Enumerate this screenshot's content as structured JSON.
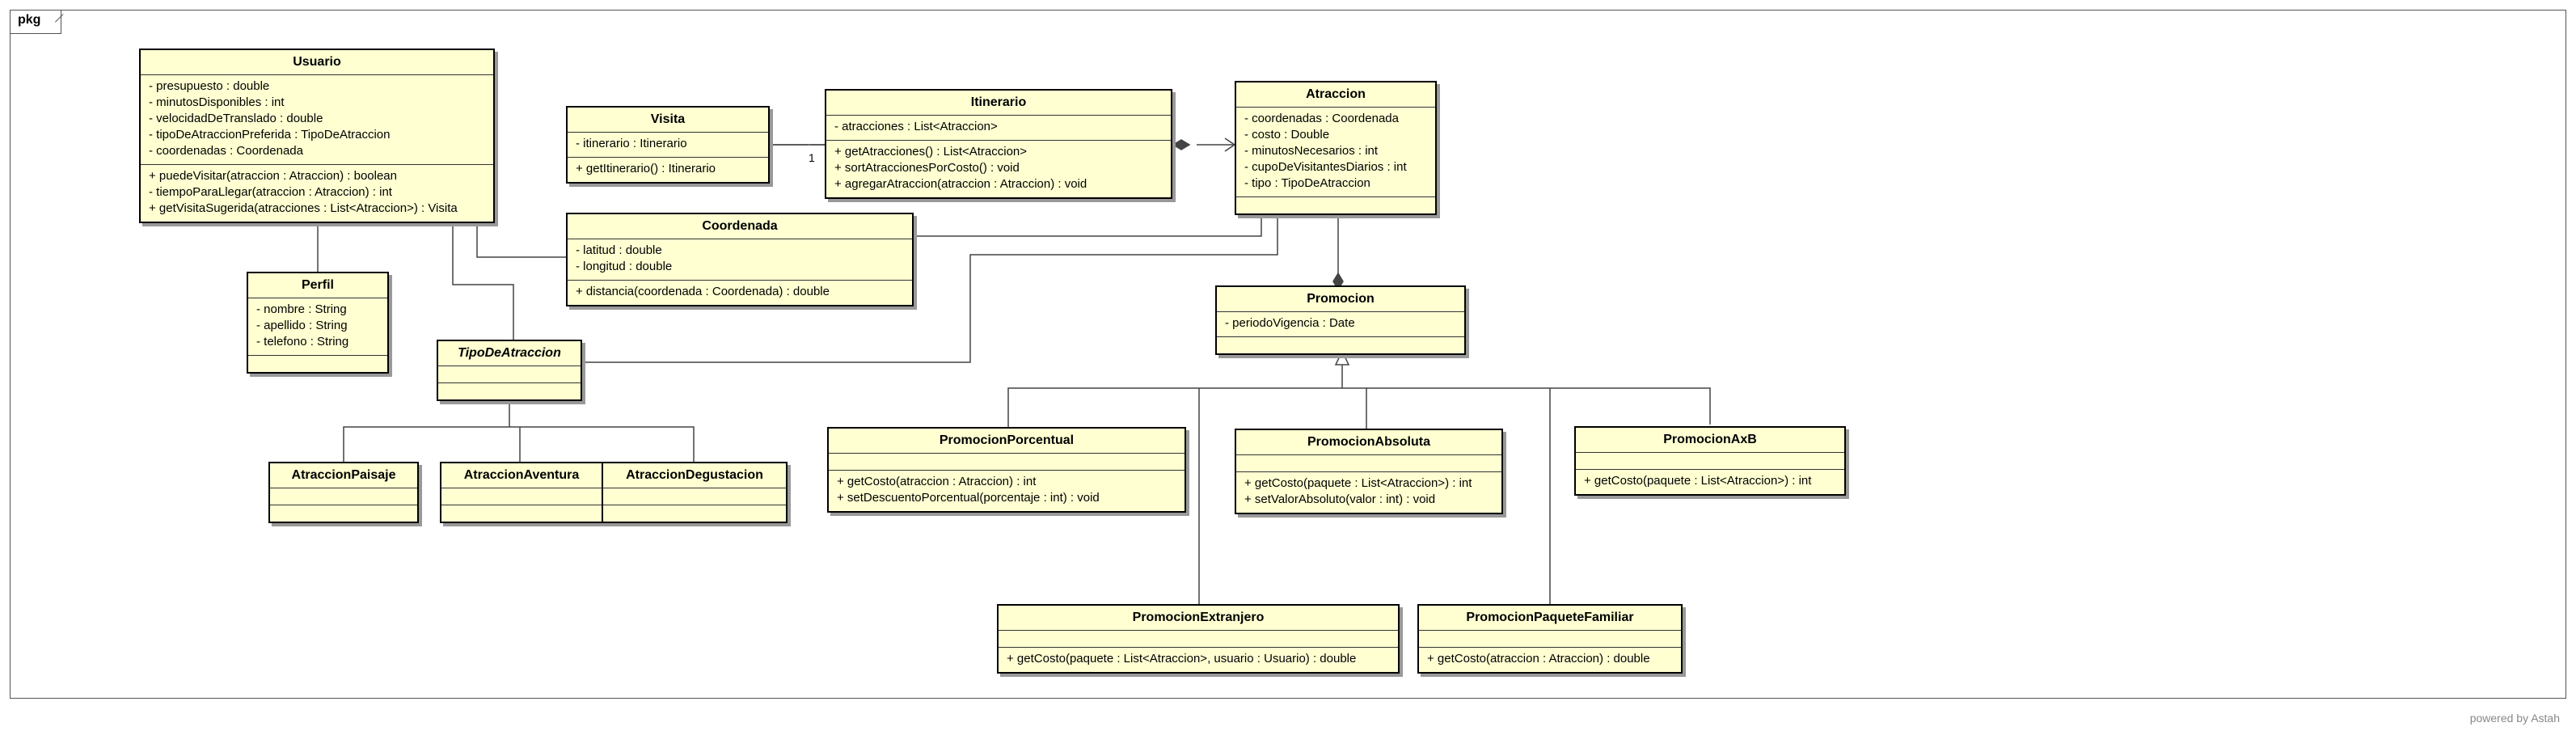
{
  "package_label": "pkg",
  "footer": "powered by Astah",
  "classes": {
    "usuario": {
      "name": "Usuario",
      "attributes": [
        "- presupuesto : double",
        "- minutosDisponibles : int",
        "- velocidadDeTranslado : double",
        "- tipoDeAtraccionPreferida : TipoDeAtraccion",
        "- coordenadas : Coordenada"
      ],
      "operations": [
        "+ puedeVisitar(atraccion : Atraccion) : boolean",
        "- tiempoParaLlegar(atraccion : Atraccion) : int",
        "+ getVisitaSugerida(atracciones : List<Atraccion>) : Visita"
      ]
    },
    "visita": {
      "name": "Visita",
      "attributes": [
        "- itinerario : Itinerario"
      ],
      "operations": [
        "+ getItinerario() : Itinerario"
      ]
    },
    "itinerario": {
      "name": "Itinerario",
      "attributes": [
        "- atracciones : List<Atraccion>"
      ],
      "operations": [
        "+ getAtracciones() : List<Atraccion>",
        "+ sortAtraccionesPorCosto() : void",
        "+ agregarAtraccion(atraccion : Atraccion) : void"
      ]
    },
    "atraccion": {
      "name": "Atraccion",
      "attributes": [
        "- coordenadas : Coordenada",
        "- costo : Double",
        "- minutosNecesarios : int",
        "- cupoDeVisitantesDiarios : int",
        "- tipo : TipoDeAtraccion"
      ],
      "operations": []
    },
    "coordenada": {
      "name": "Coordenada",
      "attributes": [
        "- latitud : double",
        "- longitud : double"
      ],
      "operations": [
        "+ distancia(coordenada : Coordenada) : double"
      ]
    },
    "perfil": {
      "name": "Perfil",
      "attributes": [
        "- nombre : String",
        "- apellido : String",
        "- telefono : String"
      ],
      "operations": []
    },
    "tipoDeAtraccion": {
      "name": "TipoDeAtraccion",
      "attributes": [],
      "operations": []
    },
    "atraccionPaisaje": {
      "name": "AtraccionPaisaje",
      "attributes": [],
      "operations": []
    },
    "atraccionAventura": {
      "name": "AtraccionAventura",
      "attributes": [],
      "operations": []
    },
    "atraccionDegustacion": {
      "name": "AtraccionDegustacion",
      "attributes": [],
      "operations": []
    },
    "promocion": {
      "name": "Promocion",
      "attributes": [
        "- periodoVigencia : Date"
      ],
      "operations": []
    },
    "promocionPorcentual": {
      "name": "PromocionPorcentual",
      "attributes": [],
      "operations": [
        "+ getCosto(atraccion : Atraccion) : int",
        "+ setDescuentoPorcentual(porcentaje : int) : void"
      ]
    },
    "promocionAbsoluta": {
      "name": "PromocionAbsoluta",
      "attributes": [],
      "operations": [
        "+ getCosto(paquete : List<Atraccion>) : int",
        "+ setValorAbsoluto(valor : int) : void"
      ]
    },
    "promocionAxB": {
      "name": "PromocionAxB",
      "attributes": [],
      "operations": [
        "+ getCosto(paquete : List<Atraccion>) : int"
      ]
    },
    "promocionExtranjero": {
      "name": "PromocionExtranjero",
      "attributes": [],
      "operations": [
        "+ getCosto(paquete : List<Atraccion>, usuario : Usuario) : double"
      ]
    },
    "promocionPaqueteFamiliar": {
      "name": "PromocionPaqueteFamiliar",
      "attributes": [],
      "operations": [
        "+ getCosto(atraccion : Atraccion) : double"
      ]
    }
  },
  "multiplicities": {
    "visita_itinerario": "1"
  }
}
